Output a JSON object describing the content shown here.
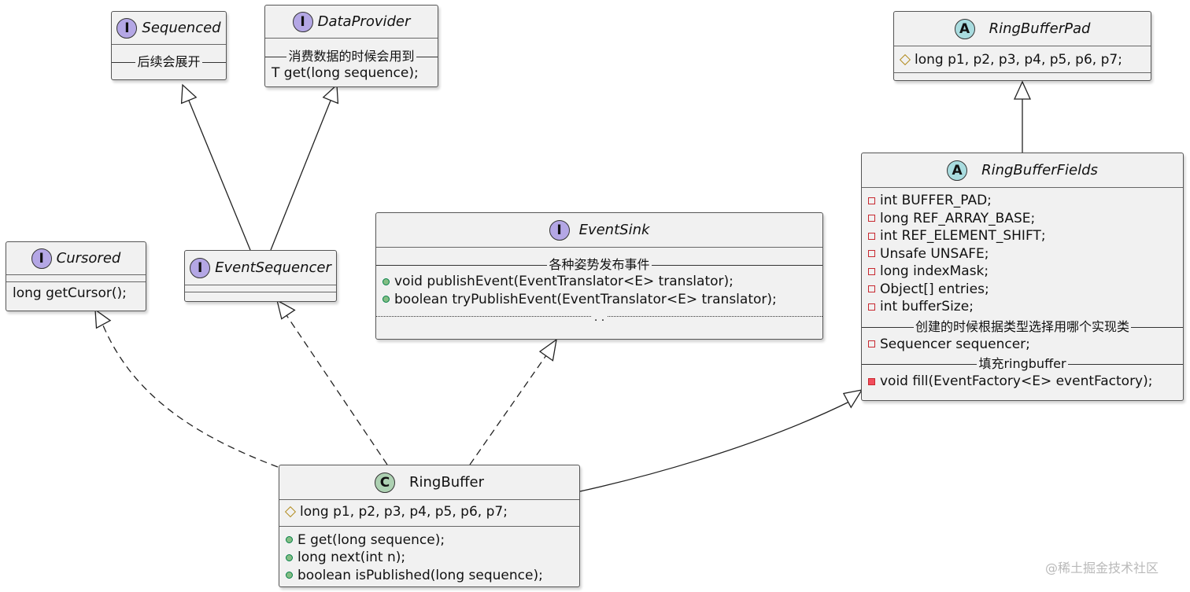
{
  "diagram": {
    "classes": {
      "sequenced": {
        "stereotype": "I",
        "name": "Sequenced",
        "note": "后续会展开"
      },
      "data_provider": {
        "stereotype": "I",
        "name": "DataProvider",
        "note": "消费数据的时候会用到",
        "methods": [
          "T get(long sequence);"
        ]
      },
      "cursored": {
        "stereotype": "I",
        "name": "Cursored",
        "methods": [
          "long getCursor();"
        ]
      },
      "event_sequencer": {
        "stereotype": "I",
        "name": "EventSequencer"
      },
      "event_sink": {
        "stereotype": "I",
        "name": "EventSink",
        "note": "各种姿势发布事件",
        "methods": [
          "void publishEvent(EventTranslator<E> translator);",
          "boolean tryPublishEvent(EventTranslator<E> translator);"
        ],
        "ellipsis": ". ."
      },
      "ring_buffer_pad": {
        "stereotype": "A",
        "name": "RingBufferPad",
        "fields": [
          "long p1, p2, p3, p4, p5, p6, p7;"
        ]
      },
      "ring_buffer_fields": {
        "stereotype": "A",
        "name": "RingBufferFields",
        "fields": [
          "int BUFFER_PAD;",
          "long REF_ARRAY_BASE;",
          "int REF_ELEMENT_SHIFT;",
          "Unsafe UNSAFE;",
          "long indexMask;",
          "Object[] entries;",
          "int bufferSize;"
        ],
        "note_sequencer": "创建的时候根据类型选择用哪个实现类",
        "sequencer_field": "Sequencer sequencer;",
        "note_fill": "填充ringbuffer",
        "methods": [
          "void fill(EventFactory<E> eventFactory);"
        ]
      },
      "ring_buffer": {
        "stereotype": "C",
        "name": "RingBuffer",
        "fields": [
          "long p1, p2, p3, p4, p5, p6, p7;"
        ],
        "methods": [
          "E get(long sequence);",
          "long next(int n);",
          "boolean isPublished(long sequence);"
        ]
      }
    },
    "relations": [
      {
        "from": "EventSequencer",
        "to": "Sequenced",
        "kind": "extends"
      },
      {
        "from": "EventSequencer",
        "to": "DataProvider",
        "kind": "extends"
      },
      {
        "from": "RingBufferFields",
        "to": "RingBufferPad",
        "kind": "extends"
      },
      {
        "from": "RingBuffer",
        "to": "RingBufferFields",
        "kind": "extends"
      },
      {
        "from": "RingBuffer",
        "to": "Cursored",
        "kind": "implements"
      },
      {
        "from": "RingBuffer",
        "to": "EventSequencer",
        "kind": "implements"
      },
      {
        "from": "RingBuffer",
        "to": "EventSink",
        "kind": "implements"
      }
    ],
    "watermark": "@稀土掘金技术社区"
  }
}
